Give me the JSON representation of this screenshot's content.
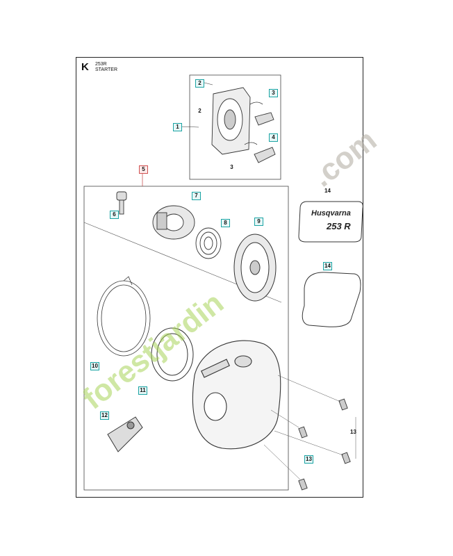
{
  "header": {
    "section_letter": "K",
    "model": "253R",
    "title": "STARTER"
  },
  "callouts": {
    "c1": "1",
    "c2a": "2",
    "c2b": "2",
    "c3a": "3",
    "c3b": "3",
    "c4": "4",
    "c5": "5",
    "c6": "6",
    "c7": "7",
    "c8": "8",
    "c9": "9",
    "c10": "10",
    "c11": "11",
    "c12": "12",
    "c13a": "13",
    "c13b": "13",
    "c14a": "14",
    "c14b": "14"
  },
  "decal": {
    "brand": "Husqvarna",
    "model": "253 R"
  },
  "watermark": {
    "text_green": "forestjardin",
    "text_gray": ".com"
  }
}
